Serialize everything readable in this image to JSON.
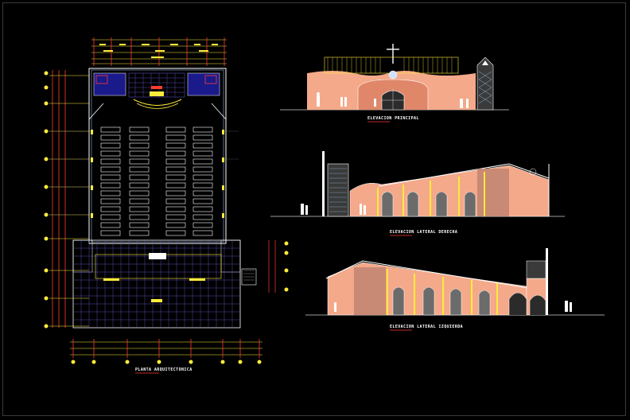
{
  "labels": {
    "plan": "PLANTA ARQUITECTONICA",
    "front": "ELEVACION PRINCIPAL",
    "right": "ELEVACION LATERAL DERECHA",
    "left": "ELEVACION LATERAL IZQUIERDA"
  },
  "colors": {
    "background": "#000000",
    "wall": "#f4a98a",
    "wall_dark": "#e0876a",
    "dimension": "#ffeb3b",
    "grid_bubble": "#ffeb3b",
    "axis_red": "#ff3b30",
    "pew": "#ffffff",
    "floor_grid": "#6a5ad7",
    "ground": "#cfcfcf",
    "glass": "#8fb4d9"
  }
}
